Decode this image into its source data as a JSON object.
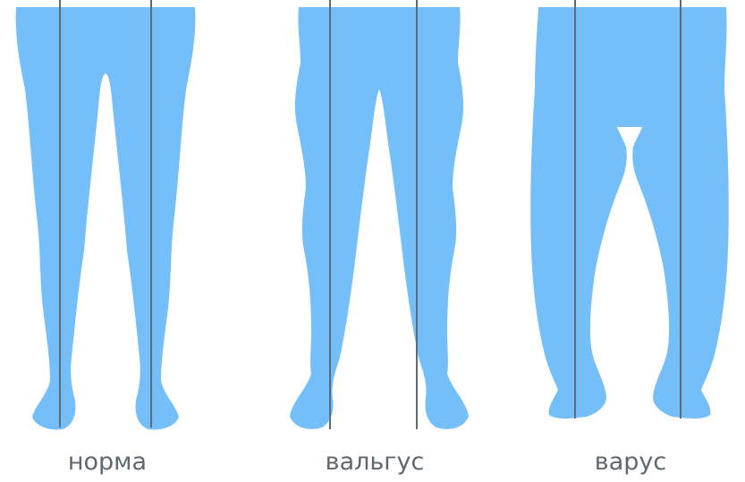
{
  "labels": {
    "normal": "норма",
    "valgus": "вальгус",
    "varus": "варус"
  },
  "colors": {
    "leg_fill": "#74bff9",
    "axis_line": "#5a6b7a",
    "label_text": "#5f6870",
    "background": "#ffffff"
  }
}
